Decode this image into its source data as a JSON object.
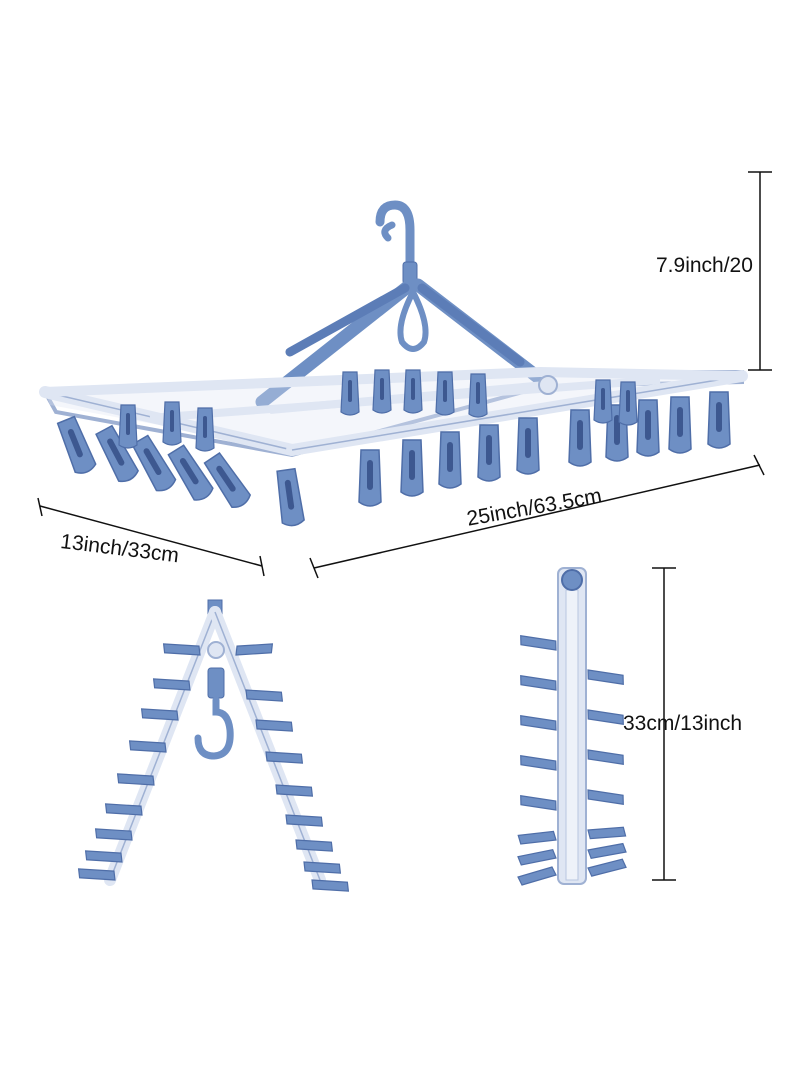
{
  "dimensions": {
    "height_label": "7.9inch/20",
    "depth_label": "13inch/33cm",
    "width_label": "25inch/63.5cm",
    "folded_label": "33cm/13inch"
  },
  "colors": {
    "clip_blue": "#6e8fc4",
    "clip_dark": "#4f6ea8",
    "frame_light": "#dfe6f3",
    "frame_edge": "#9fb1d3",
    "dimension_line": "#111111"
  }
}
